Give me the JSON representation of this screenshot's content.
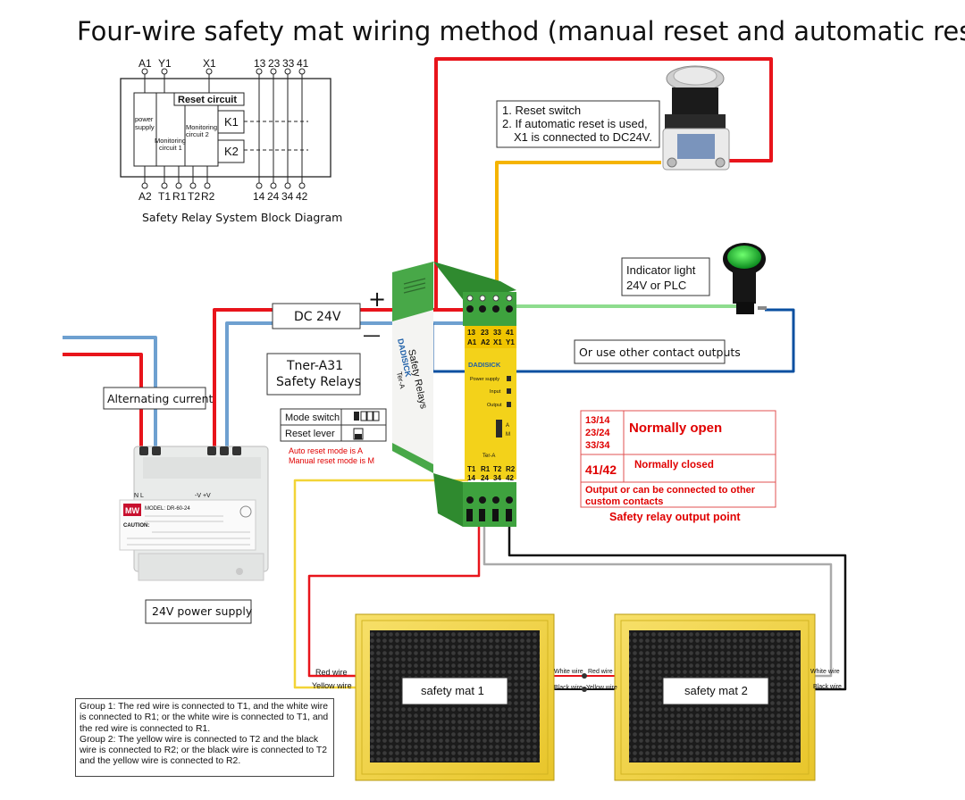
{
  "title": "Four-wire safety mat wiring method (manual reset and automatic reset)",
  "block_diagram": {
    "top_terminals": [
      "A1",
      "Y1",
      "X1",
      "13",
      "23",
      "33",
      "41"
    ],
    "bottom_terminals": [
      "A2",
      "T1",
      "R1",
      "T2",
      "R2",
      "14",
      "24",
      "34",
      "42"
    ],
    "reset_circuit": "Reset circuit",
    "power_supply": [
      "power",
      "supply"
    ],
    "monitoring_1": [
      "Monitoring",
      "circuit 1"
    ],
    "monitoring_2": [
      "Monitoring",
      "circuit 2"
    ],
    "k1": "K1",
    "k2": "K2",
    "caption": "Safety Relay System Block Diagram"
  },
  "reset_note": [
    "1. Reset switch",
    "2. If automatic reset is used,",
    "X1 is connected to DC24V."
  ],
  "indicator": [
    "Indicator light",
    "24V  or PLC"
  ],
  "dc_label": "DC 24V",
  "plus": "+",
  "minus": "—",
  "other_contacts": "Or use other contact outputs",
  "ac_label": "Alternating current",
  "model_label": [
    "Tner-A31",
    "Safety Relays"
  ],
  "mode_switch": "Mode switch",
  "reset_lever": "Reset lever",
  "mode_note": [
    "Auto reset mode is A",
    "Manual reset mode is M"
  ],
  "psu_label": "24V power supply",
  "psu": {
    "logo": "MW",
    "model": "MODEL: DR-60-24",
    "caution": "CAUTION:",
    "nl": "N  L",
    "vplus": "-V  +V"
  },
  "relay": {
    "brand": "DADISICK",
    "side_title": "Safety Relays",
    "side_model": "Ter-A",
    "top_row": [
      "13",
      "23",
      "33",
      "41"
    ],
    "mid_row": [
      "A1",
      "A2",
      "X1",
      "Y1"
    ],
    "bottom_row": [
      "T1",
      "R1",
      "T2",
      "R2"
    ],
    "bottom_row2": [
      "14",
      "24",
      "34",
      "42"
    ],
    "front_logo": "DADISICK",
    "leds": [
      "Power supply",
      "Input",
      "Output"
    ],
    "am": [
      "A",
      "M"
    ],
    "ter": "Ter-A"
  },
  "output_table": {
    "no_codes": [
      "13/14",
      "23/24",
      "33/34"
    ],
    "no_label": "Normally open",
    "nc_code": "41/42",
    "nc_label": "Normally closed",
    "other": [
      "Output or can be connected to other",
      "custom contacts"
    ],
    "caption": "Safety relay output point"
  },
  "mat1": {
    "label": "safety mat 1",
    "red_wire": "Red wire",
    "yellow_wire": "Yellow wire",
    "white_wire": "White wire",
    "black_wire": "Black wire"
  },
  "mat2": {
    "label": "safety mat 2",
    "red_wire": "Red wire",
    "yellow_wire": "Yellow wire",
    "white_wire": "White wire",
    "black_wire": "Black wire"
  },
  "group_note": [
    "Group 1: The red wire is connected to T1, and the white wire is connected to R1; or the white wire is connected to T1, and the red wire is connected to R1.",
    "Group 2: The yellow wire is connected to T2 and the black wire is connected to R2; or the black wire is connected to T2 and the yellow wire is connected to R2."
  ],
  "colors": {
    "red": "#e8141b",
    "yellow": "#f5b400",
    "blue": "#6ea0d0",
    "dark_blue": "#0a4fa0",
    "green_wire": "#8edc8e",
    "relay_green": "#3a9a3a",
    "relay_yellow": "#f3d21a",
    "mat_yellow": "#f2d437"
  }
}
